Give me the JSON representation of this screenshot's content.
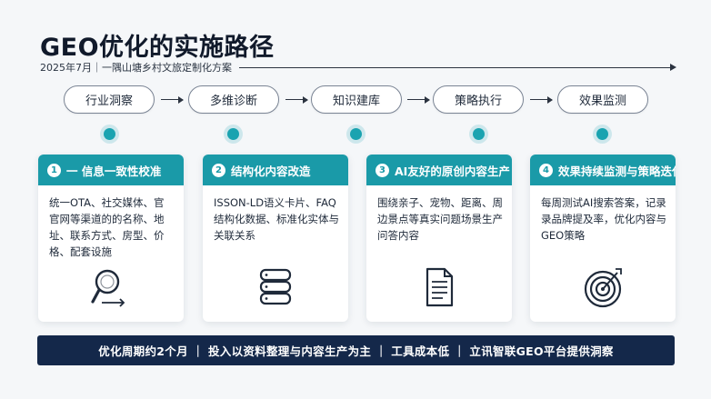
{
  "title": "GEO优化的实施路径",
  "subtitle": "2025年7月｜一隅山塘乡村文旅定制化方案",
  "flow": [
    "行业洞察",
    "多维诊断",
    "知识建库",
    "策略执行",
    "效果监测"
  ],
  "cards": [
    {
      "num": "1",
      "title": "一 信息一致性校准",
      "body": "统一OTA、社交媒体、官官网等渠道的的名称、地址、联系方式、房型、价格、配套设施",
      "icon": "magnifier-icon"
    },
    {
      "num": "2",
      "title": "结构化内容改造",
      "body": "ISSON-LD语义卡片、FAQ结构化数据、标准化实体与关联关系",
      "icon": "database-icon"
    },
    {
      "num": "3",
      "title": "AI友好的原创内容生产",
      "body": "围绕亲子、宠物、距离、周边景点等真实问题场景生产问答内容",
      "icon": "document-icon"
    },
    {
      "num": "4",
      "title": "效果持续监测与策略迭代",
      "body": "每周测试AI搜索答案，记录录品牌提及率，优化内容与GEO策略",
      "icon": "target-icon"
    }
  ],
  "footer": "优化周期约2个月 ｜ 投入以资料整理与内容生产为主 ｜ 工具成本低 ｜ 立讯智联GEO平台提供洞察",
  "colors": {
    "accent": "#1a9aa8",
    "footer_bg": "#14284a",
    "title": "#111a2b"
  }
}
